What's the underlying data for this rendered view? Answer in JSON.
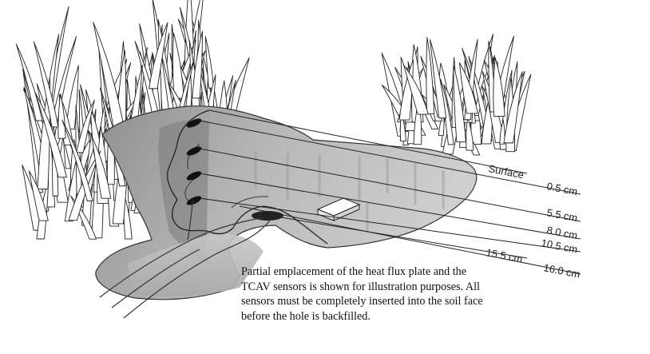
{
  "labels": {
    "surface": "Surface",
    "d05": "0.5 cm",
    "d55": "5.5 cm",
    "d80": "8.0 cm",
    "d105": "10.5 cm",
    "d155": "15.5 cm",
    "d160": "16.0 cm"
  },
  "caption": [
    "Partial emplacement of the heat flux plate and the",
    "TCAV sensors is shown for illustration purposes. All",
    "sensors must be completely inserted into the soil face",
    "before the hole is backfilled."
  ]
}
